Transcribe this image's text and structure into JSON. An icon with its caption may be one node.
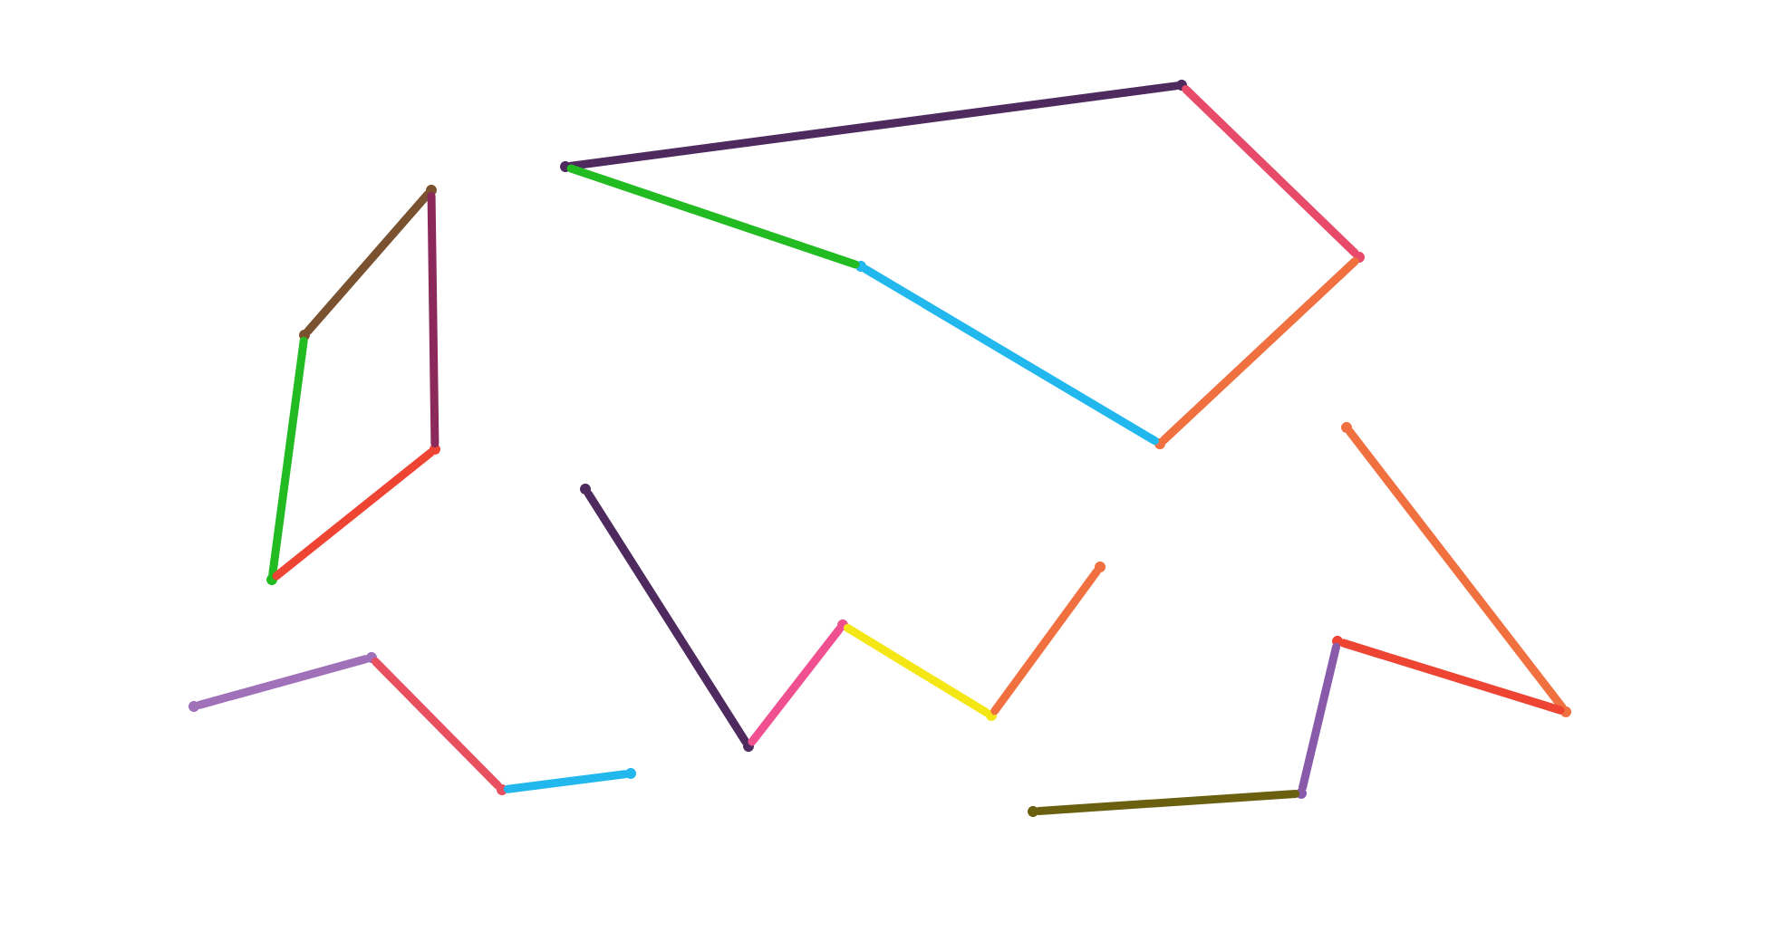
{
  "diagram": {
    "nodes": [
      {
        "text": [],
        "shape": "point"
      },
      {
        "text": [],
        "shape": "point"
      },
      {
        "text": [],
        "shape": "point"
      },
      {
        "text": [],
        "shape": "point"
      },
      {
        "text": [],
        "shape": "point"
      },
      {
        "text": [],
        "shape": "point"
      },
      {
        "text": [],
        "shape": "point"
      },
      {
        "text": [],
        "shape": "point"
      },
      {
        "text": [],
        "shape": "point"
      },
      {
        "text": [],
        "shape": "point"
      },
      {
        "text": [],
        "shape": "point"
      },
      {
        "text": [],
        "shape": "point"
      },
      {
        "text": [],
        "shape": "point"
      },
      {
        "text": [],
        "shape": "point"
      },
      {
        "text": [],
        "shape": "point"
      },
      {
        "text": [],
        "shape": "point"
      },
      {
        "text": [],
        "shape": "point"
      },
      {
        "text": [],
        "shape": "point"
      },
      {
        "text": [],
        "shape": "point"
      },
      {
        "text": [],
        "shape": "point"
      },
      {
        "text": [],
        "shape": "point"
      },
      {
        "text": [],
        "shape": "point"
      },
      {
        "text": [],
        "shape": "point"
      }
    ],
    "edges": [
      {
        "from": 0,
        "to": 1,
        "arrow": "none",
        "color": "#7a5230"
      },
      {
        "from": 1,
        "to": 2,
        "arrow": "none",
        "color": "#22bb22"
      },
      {
        "from": 2,
        "to": 3,
        "arrow": "none",
        "color": "#ee4433"
      },
      {
        "from": 3,
        "to": 0,
        "arrow": "none",
        "color": "#8b2a5a"
      },
      {
        "from": 4,
        "to": 5,
        "arrow": "none",
        "color": "#4e2a5e"
      },
      {
        "from": 5,
        "to": 6,
        "arrow": "none",
        "color": "#e84a6a"
      },
      {
        "from": 6,
        "to": 7,
        "arrow": "none",
        "color": "#f07040"
      },
      {
        "from": 7,
        "to": 8,
        "arrow": "none",
        "color": "#22b8ee"
      },
      {
        "from": 8,
        "to": 4,
        "arrow": "none",
        "color": "#22bb22"
      },
      {
        "from": 9,
        "to": 10,
        "arrow": "none",
        "color": "#a070b8"
      },
      {
        "from": 10,
        "to": 11,
        "arrow": "none",
        "color": "#e85060"
      },
      {
        "from": 11,
        "to": 12,
        "arrow": "none",
        "color": "#22b8ee"
      },
      {
        "from": 13,
        "to": 14,
        "arrow": "none",
        "color": "#4e2a5e"
      },
      {
        "from": 14,
        "to": 15,
        "arrow": "none",
        "color": "#f05090"
      },
      {
        "from": 15,
        "to": 16,
        "arrow": "none",
        "color": "#f5e616"
      },
      {
        "from": 16,
        "to": 17,
        "arrow": "none",
        "color": "#f07040"
      },
      {
        "from": 18,
        "to": 19,
        "arrow": "none",
        "color": "#f07040"
      },
      {
        "from": 19,
        "to": 20,
        "arrow": "none",
        "color": "#ee4433"
      },
      {
        "from": 20,
        "to": 21,
        "arrow": "none",
        "color": "#8a5aaa"
      },
      {
        "from": 21,
        "to": 22,
        "arrow": "none",
        "color": "#6b6010"
      }
    ]
  }
}
